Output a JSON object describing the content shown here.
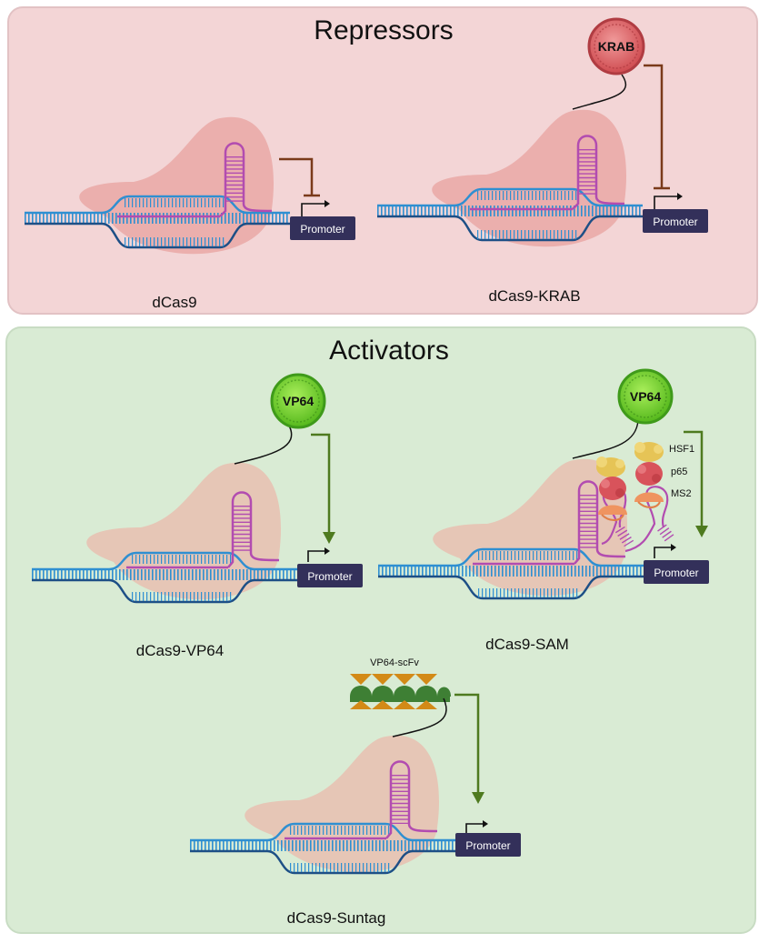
{
  "panels": {
    "repressors": {
      "title": "Repressors",
      "fill": "#f3d5d6",
      "stroke": "#e2c2c4"
    },
    "activators": {
      "title": "Activators",
      "fill": "#d9ebd4",
      "stroke": "#c8dcc3"
    }
  },
  "constructs": {
    "dcas9": {
      "caption": "dCas9",
      "promoter": "Promoter"
    },
    "dcas9_krab": {
      "caption": "dCas9-KRAB",
      "promoter": "Promoter",
      "domain": "KRAB"
    },
    "dcas9_vp64": {
      "caption": "dCas9-VP64",
      "promoter": "Promoter",
      "domain": "VP64"
    },
    "dcas9_sam": {
      "caption": "dCas9-SAM",
      "promoter": "Promoter",
      "domain": "VP64",
      "labels": [
        "HSF1",
        "p65",
        "MS2"
      ]
    },
    "dcas9_suntag": {
      "caption": "dCas9-Suntag",
      "promoter": "Promoter",
      "domain": "VP64-scFv"
    }
  },
  "colors": {
    "dna": "#2f8fd1",
    "dna_dark": "#1d4f86",
    "cas9_blob": "#e9a8a6",
    "grna": "#b24cb0",
    "promoter": "#33305a",
    "repress_arrow": "#7a3a1a",
    "activate_arrow": "#4e7a1f",
    "krab": "#d4575a",
    "vp64": "#6fd12a",
    "hsf1": "#e6c456",
    "p65": "#d8535b",
    "ms2": "#ef9460",
    "scfv_orange": "#d38a17",
    "scfv_green": "#3e7f34"
  }
}
